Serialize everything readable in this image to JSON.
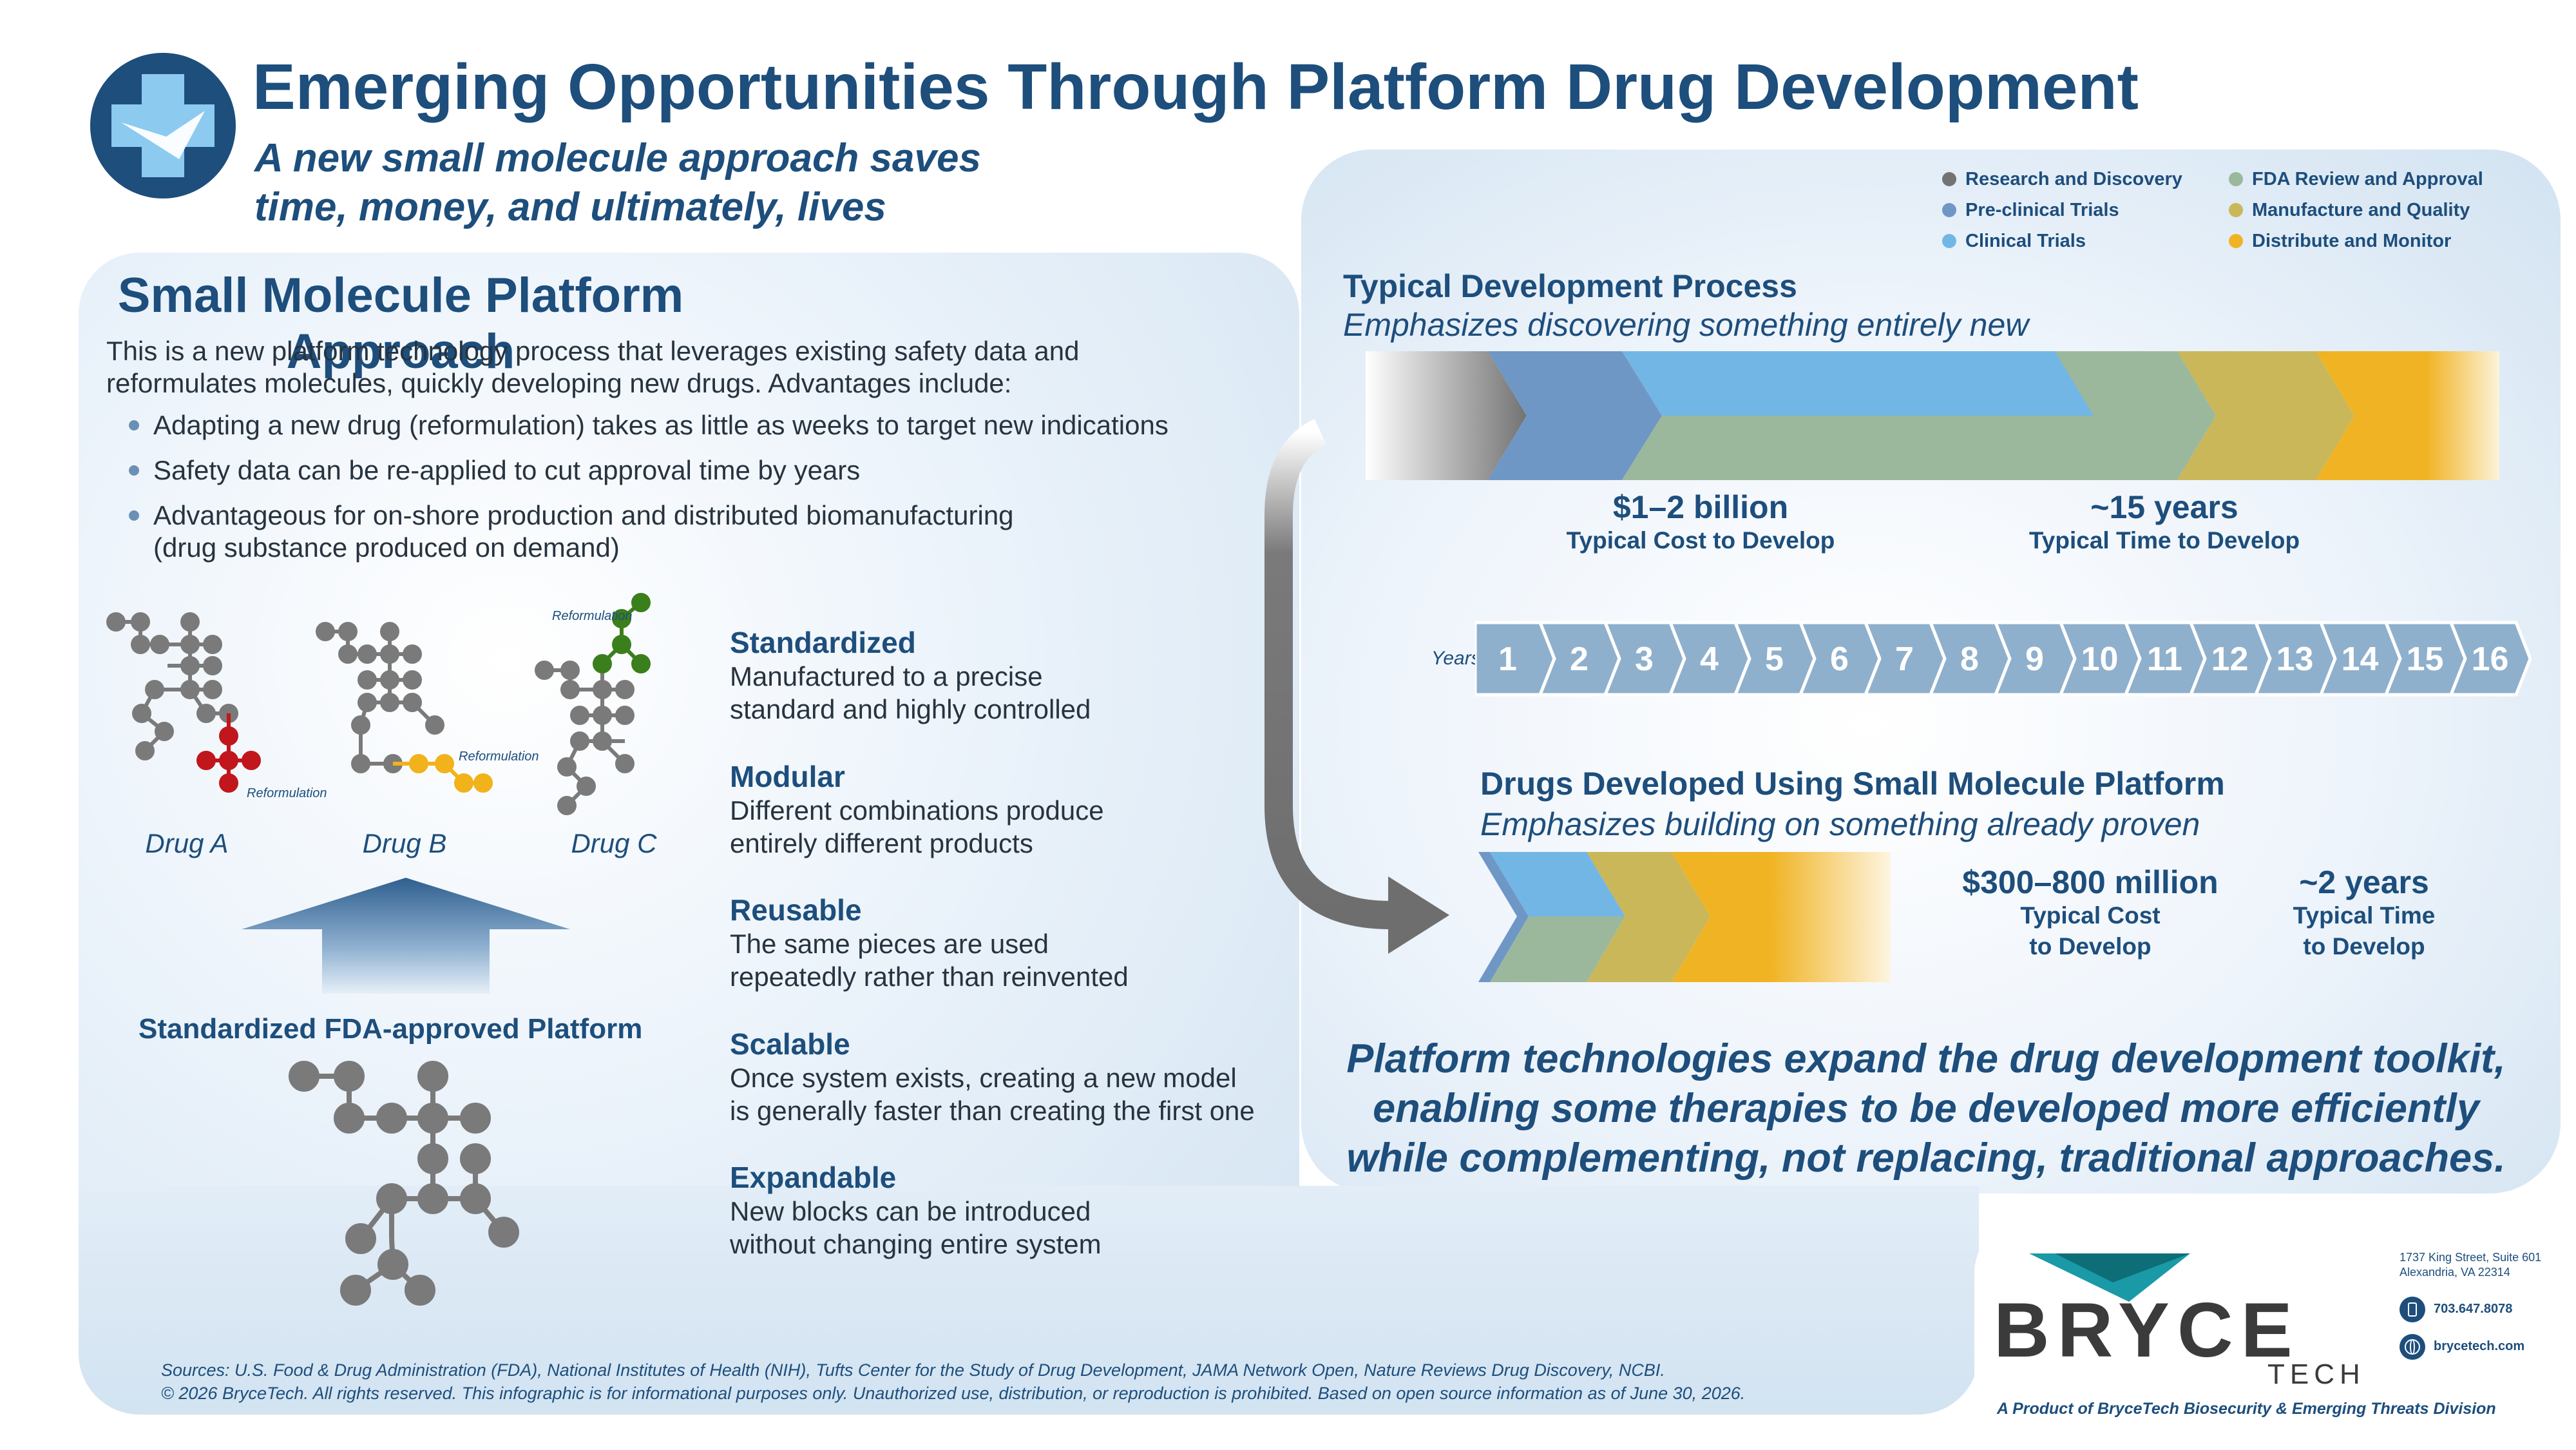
{
  "header": {
    "title": "Emerging Opportunities Through Platform Drug Development",
    "subtitle_line1": "A new small molecule approach saves",
    "subtitle_line2": "time, money, and ultimately, lives",
    "logo_icon": "medical-cross-check-icon"
  },
  "left": {
    "section_title": "Small Molecule Platform Approach",
    "intro": "This is a new platform technology process that leverages existing safety data and reformulates molecules, quickly developing new drugs. Advantages include:",
    "bullets": [
      "Adapting a new drug (reformulation) takes as little as weeks to target new indications",
      "Safety data can be re-applied to cut approval time by years",
      "Advantageous for on-shore production and distributed biomanufacturing (drug substance produced on demand)"
    ],
    "drugs": [
      {
        "label": "Drug A",
        "reform_label": "Reformulation",
        "color": "#c0161c"
      },
      {
        "label": "Drug B",
        "reform_label": "Reformulation",
        "color": "#f2b21b"
      },
      {
        "label": "Drug C",
        "reform_label": "Reformulation",
        "color": "#3a7f1c"
      }
    ],
    "platform_label": "Standardized FDA-approved Platform",
    "features": [
      {
        "title": "Standardized",
        "desc_line1": "Manufactured to a precise",
        "desc_line2": "standard and highly controlled"
      },
      {
        "title": "Modular",
        "desc_line1": "Different combinations produce",
        "desc_line2": "entirely different products"
      },
      {
        "title": "Reusable",
        "desc_line1": "The same pieces are used",
        "desc_line2": "repeatedly rather than reinvented"
      },
      {
        "title": "Scalable",
        "desc_line1": "Once system exists, creating a new model",
        "desc_line2": "is generally faster than creating the first one"
      },
      {
        "title": "Expandable",
        "desc_line1": "New blocks can be introduced",
        "desc_line2": "without changing entire system"
      }
    ],
    "sources_line1": "Sources: U.S. Food & Drug Administration (FDA), National Institutes of Health (NIH), Tufts Center for the Study of Drug Development, JAMA Network Open, Nature Reviews Drug Discovery, NCBI.",
    "sources_line2": "© 2026 BryceTech. All rights reserved. This infographic is for informational purposes only. Unauthorized use, distribution, or reproduction is prohibited. Based on open source information as of June 30, 2026."
  },
  "legend": [
    {
      "label": "Research and Discovery",
      "color": "#737373"
    },
    {
      "label": "Pre-clinical Trials",
      "color": "#6f97c6"
    },
    {
      "label": "Clinical Trials",
      "color": "#72b6e6"
    },
    {
      "label": "FDA Review and Approval",
      "color": "#9bb89c"
    },
    {
      "label": "Manufacture and Quality",
      "color": "#c9b75a"
    },
    {
      "label": "Distribute and Monitor",
      "color": "#f0b323"
    }
  ],
  "typical": {
    "title": "Typical Development Process",
    "subtitle": "Emphasizes discovering something entirely new",
    "cost_value": "$1–2 billion",
    "cost_label": "Typical Cost to Develop",
    "time_value": "~15 years",
    "time_label": "Typical Time to Develop"
  },
  "years": {
    "label": "Years",
    "values": [
      "1",
      "2",
      "3",
      "4",
      "5",
      "6",
      "7",
      "8",
      "9",
      "10",
      "11",
      "12",
      "13",
      "14",
      "15",
      "16"
    ]
  },
  "platform": {
    "title": "Drugs Developed Using Small Molecule Platform",
    "subtitle": "Emphasizes building on something already proven",
    "cost_value": "$300–800 million",
    "cost_label_line1": "Typical Cost",
    "cost_label_line2": "to Develop",
    "time_value": "~2 years",
    "time_label_line1": "Typical Time",
    "time_label_line2": "to Develop"
  },
  "tagline_line1": "Platform technologies expand the drug development toolkit,",
  "tagline_line2": "enabling some therapies to be developed more efficiently",
  "tagline_line3": "while complementing, not replacing, traditional approaches.",
  "footer": {
    "brand": "BRYCE",
    "brand_sub": "TECH",
    "address_line1": "1737 King Street, Suite 601",
    "address_line2": "Alexandria, VA 22314",
    "phone": "703.647.8078",
    "website": "brycetech.com",
    "phone_icon": "phone-icon",
    "web_icon": "globe-icon",
    "product": "A Product of BryceTech Biosecurity & Emerging Threats Division"
  }
}
